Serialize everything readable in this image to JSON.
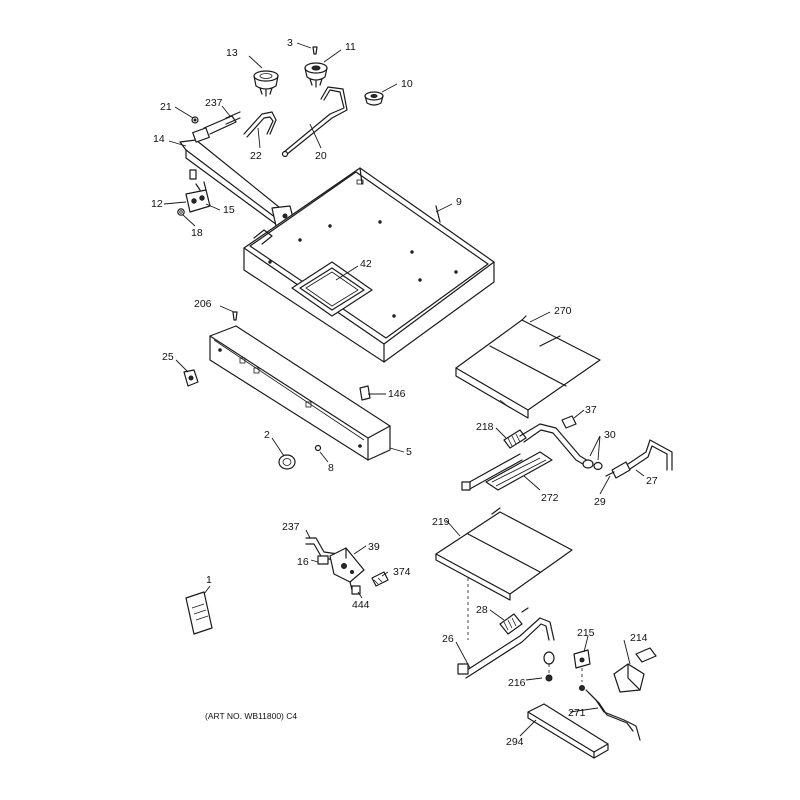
{
  "caption": "(ART NO. WB11800) C4",
  "callouts": {
    "c3": "3",
    "c13": "13",
    "c11": "11",
    "c10": "10",
    "c21": "21",
    "c237a": "237",
    "c14": "14",
    "c22": "22",
    "c20": "20",
    "c9": "9",
    "c12": "12",
    "c15": "15",
    "c18": "18",
    "c42": "42",
    "c206": "206",
    "c270": "270",
    "c25": "25",
    "c146": "146",
    "c37": "37",
    "c218": "218",
    "c30": "30",
    "c2": "2",
    "c5": "5",
    "c8": "8",
    "c272": "272",
    "c29": "29",
    "c27": "27",
    "c219": "219",
    "c237b": "237",
    "c39": "39",
    "c16": "16",
    "c374": "374",
    "c444": "444",
    "c1": "1",
    "c28": "28",
    "c26": "26",
    "c215": "215",
    "c214": "214",
    "c216": "216",
    "c271": "271",
    "c294": "294"
  }
}
